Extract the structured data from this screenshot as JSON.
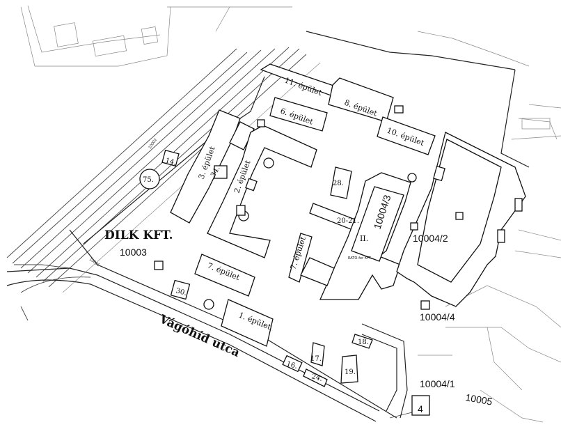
{
  "company": {
    "name": "DILK KFT.",
    "parcel": "10003"
  },
  "street": "Vágóhíd utca",
  "rail_parcel": "10002",
  "road_parcel": "10001",
  "buildings": [
    {
      "id": "b11",
      "label": "11. épület"
    },
    {
      "id": "b8",
      "label": "8. épület"
    },
    {
      "id": "b6",
      "label": "6. épület"
    },
    {
      "id": "b10",
      "label": "10. épület"
    },
    {
      "id": "b3",
      "label": "3. épület"
    },
    {
      "id": "b34",
      "label": "34."
    },
    {
      "id": "b2",
      "label": "2. épület"
    },
    {
      "id": "b14",
      "label": "14."
    },
    {
      "id": "b75",
      "label": "75."
    },
    {
      "id": "b28",
      "label": "28."
    },
    {
      "id": "b2021",
      "label": "20-21."
    },
    {
      "id": "bII",
      "label": "II."
    },
    {
      "id": "b7a",
      "label": "7. épület"
    },
    {
      "id": "b7b",
      "label": "7. épület"
    },
    {
      "id": "b30",
      "label": "30."
    },
    {
      "id": "b1",
      "label": "1. épület"
    },
    {
      "id": "b18",
      "label": "18."
    },
    {
      "id": "b17",
      "label": "17."
    },
    {
      "id": "b16",
      "label": "16."
    },
    {
      "id": "b24",
      "label": "24."
    },
    {
      "id": "b19",
      "label": "19."
    },
    {
      "id": "b4",
      "label": "4"
    }
  ],
  "parcels": {
    "p10004_3": "10004/3",
    "p10004_2": "10004/2",
    "p10004_4": "10004/4",
    "p10004_1": "10004/1",
    "p10005": "10005"
  },
  "small_note": "RATO-fer KFT."
}
